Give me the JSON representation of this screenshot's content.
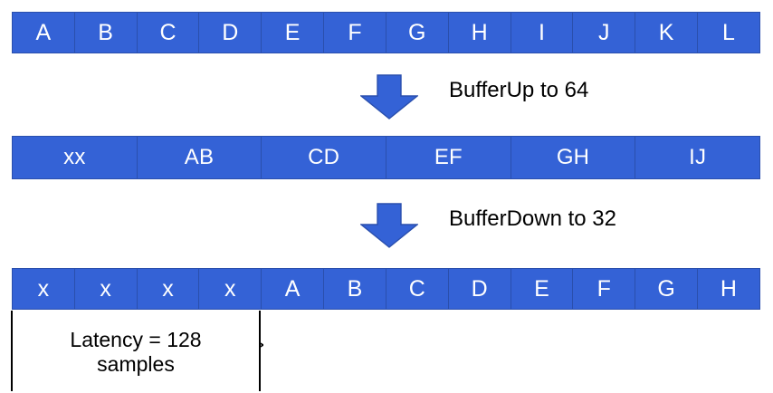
{
  "diagram": {
    "title": "Buffer latency diagram",
    "colors": {
      "block_fill": "#3462d6",
      "block_border": "#2a4fad",
      "arrow_fill": "#3462d6",
      "arrow_stroke": "#2a4fad",
      "text": "#000000",
      "block_text": "#ffffff",
      "background": "#ffffff"
    },
    "rows": [
      {
        "name": "input-stream",
        "cells": [
          "A",
          "B",
          "C",
          "D",
          "E",
          "F",
          "G",
          "H",
          "I",
          "J",
          "K",
          "L"
        ]
      },
      {
        "name": "buffered-up-stream",
        "cells": [
          "xx",
          "AB",
          "CD",
          "EF",
          "GH",
          "IJ"
        ]
      },
      {
        "name": "buffered-down-stream",
        "cells": [
          "x",
          "x",
          "x",
          "x",
          "A",
          "B",
          "C",
          "D",
          "E",
          "F",
          "G",
          "H"
        ]
      }
    ],
    "steps": [
      {
        "name": "buffer-up",
        "label": "BufferUp to 64",
        "icon": "arrow-down-icon"
      },
      {
        "name": "buffer-down",
        "label": "BufferDown to 32",
        "icon": "arrow-down-icon"
      }
    ],
    "latency": {
      "line_1": "Latency = 128",
      "line_2": "samples"
    }
  }
}
